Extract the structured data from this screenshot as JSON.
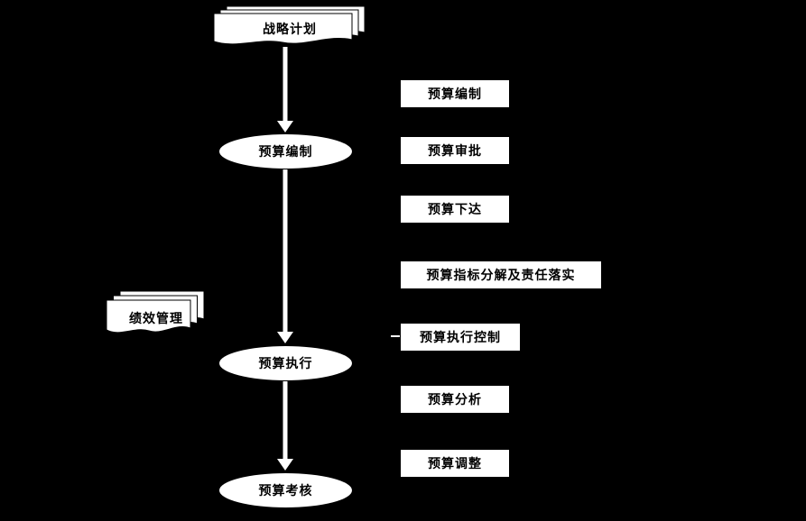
{
  "colors": {
    "background": "#000000",
    "shape_fill": "#ffffff",
    "shape_text": "#000000",
    "arrow": "#ffffff"
  },
  "nodes": {
    "strategic_plan": "战略计划",
    "budget_preparation": "预算编制",
    "budget_execution": "预算执行",
    "budget_assessment": "预算考核",
    "performance_management": "绩效管理"
  },
  "steps": [
    "预算编制",
    "预算审批",
    "预算下达",
    "预算指标分解及责任落实",
    "预算执行控制",
    "预算分析",
    "预算调整"
  ]
}
